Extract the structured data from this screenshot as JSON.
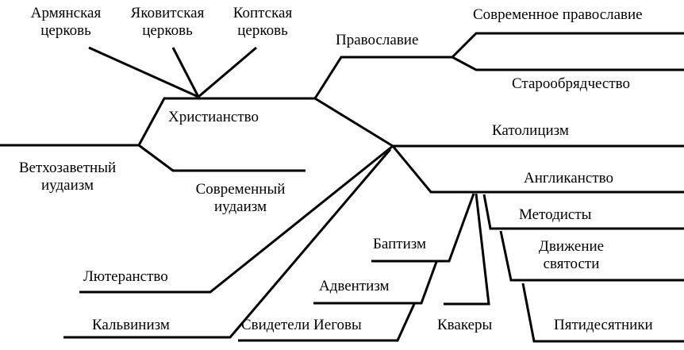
{
  "diagram": {
    "nodes": {
      "armenian": "Армянская\nцерковь",
      "jacobite": "Яковитская\nцерковь",
      "coptic": "Коптская\nцерковь",
      "christianity": "Христианство",
      "old_judaism": "Ветхозаветный\nиудаизм",
      "modern_judaism": "Современный\nиудаизм",
      "orthodoxy": "Православие",
      "modern_orthodoxy": "Современное православие",
      "old_believers": "Старообрядчество",
      "catholicism": "Католицизм",
      "anglicanism": "Англиканство",
      "methodists": "Методисты",
      "holiness": "Движение\nсвятости",
      "pentecostals": "Пятидесятники",
      "baptism": "Баптизм",
      "adventism": "Адвентизм",
      "jehovah": "Свидетели Иеговы",
      "quakers": "Квакеры",
      "lutheranism": "Лютеранство",
      "calvinism": "Кальвинизм"
    }
  }
}
